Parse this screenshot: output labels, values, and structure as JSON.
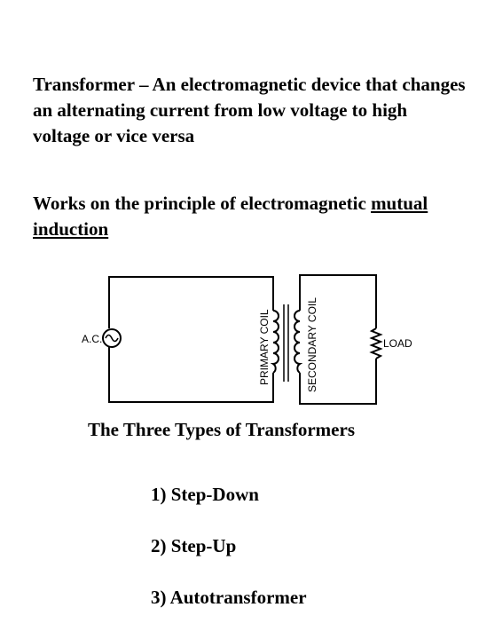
{
  "definition": {
    "text": "Transformer – An electromagnetic device that changes an alternating current from low voltage to high voltage or vice versa"
  },
  "principle": {
    "text": "Works on the principle of electromagnetic ",
    "underlined": "mutual induction"
  },
  "diagram": {
    "source_label": "A.C.",
    "primary_label": "PRIMARY COIL",
    "secondary_label": "SECONDARY COIL",
    "load_label": "LOAD"
  },
  "types": {
    "heading": "The Three Types of Transformers",
    "items": [
      "1) Step-Down",
      "2) Step-Up",
      "3) Autotransformer"
    ]
  }
}
